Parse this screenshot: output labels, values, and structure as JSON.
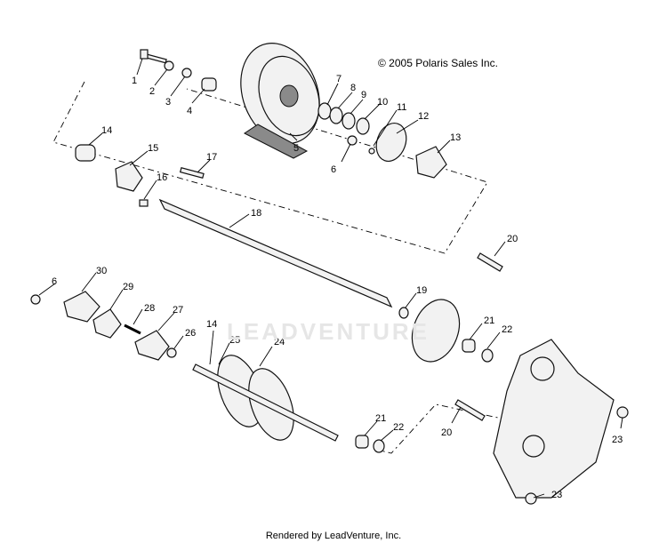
{
  "copyright": "© 2005 Polaris Sales Inc.",
  "footer": "Rendered by LeadVenture, Inc.",
  "watermark": "LEADVENTURE",
  "callouts": [
    {
      "label": "1"
    },
    {
      "label": "2"
    },
    {
      "label": "3"
    },
    {
      "label": "4"
    },
    {
      "label": "7"
    },
    {
      "label": "8"
    },
    {
      "label": "9"
    },
    {
      "label": "10"
    },
    {
      "label": "11"
    },
    {
      "label": "12"
    },
    {
      "label": "13"
    },
    {
      "label": "14"
    },
    {
      "label": "15"
    },
    {
      "label": "16"
    },
    {
      "label": "17"
    },
    {
      "label": "6"
    },
    {
      "label": "5"
    },
    {
      "label": "18"
    },
    {
      "label": "20"
    },
    {
      "label": "6"
    },
    {
      "label": "30"
    },
    {
      "label": "29"
    },
    {
      "label": "28"
    },
    {
      "label": "27"
    },
    {
      "label": "19"
    },
    {
      "label": "21"
    },
    {
      "label": "22"
    },
    {
      "label": "26"
    },
    {
      "label": "14"
    },
    {
      "label": "25"
    },
    {
      "label": "24"
    },
    {
      "label": "21"
    },
    {
      "label": "22"
    },
    {
      "label": "20"
    },
    {
      "label": "23"
    },
    {
      "label": "23"
    }
  ]
}
